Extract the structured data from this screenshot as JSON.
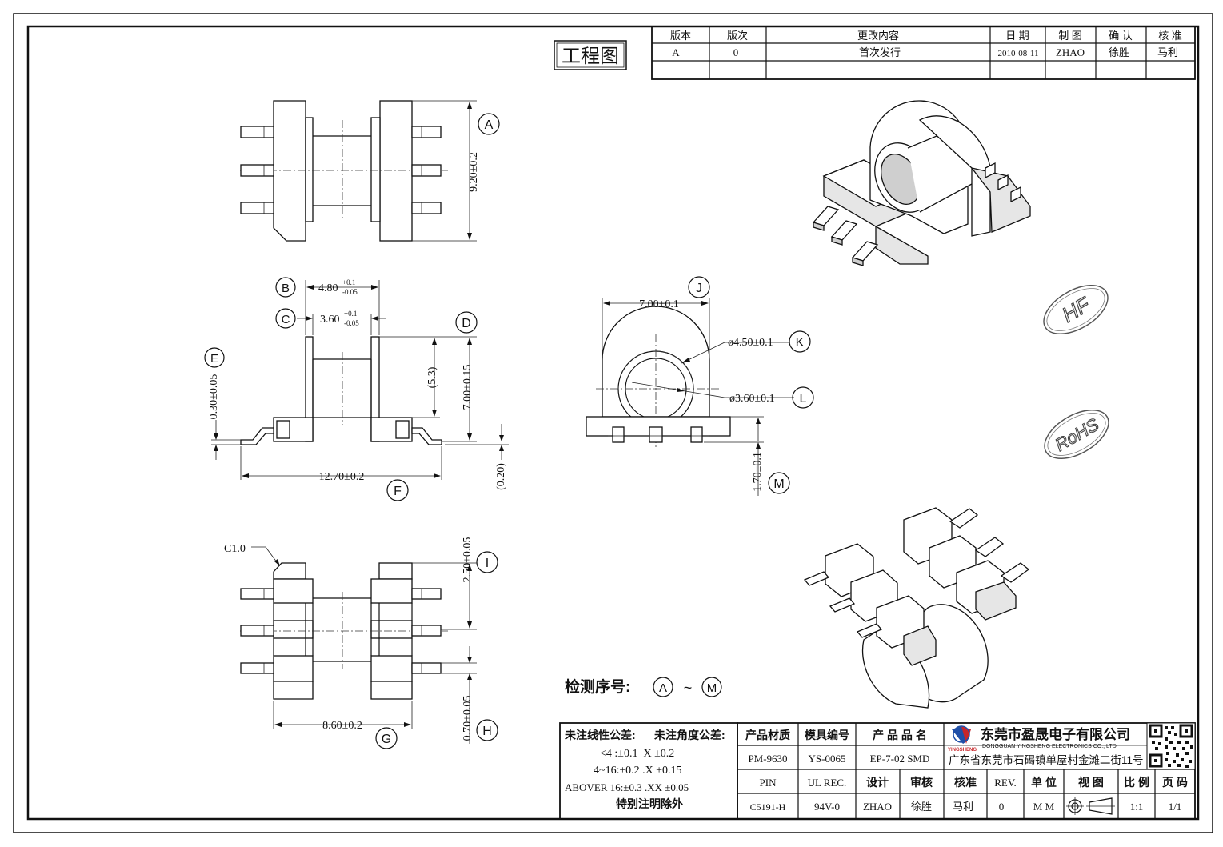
{
  "title_label": "工程图",
  "revision_table": {
    "headers": [
      "版本",
      "版次",
      "更改内容",
      "日 期",
      "制 图",
      "确 认",
      "核 准"
    ],
    "row": [
      "A",
      "0",
      "首次发行",
      "2010-08-11",
      "ZHAO",
      "徐胜",
      "马利"
    ]
  },
  "dimensions": {
    "A": "9.20±0.2",
    "B_main": "4.80",
    "B_tol_upper": "+0.1",
    "B_tol_lower": "-0.05",
    "C_main": "3.60",
    "C_tol_upper": "+0.1",
    "C_tol_lower": "-0.05",
    "D": "7.00±0.15",
    "ref_5_3": "(5.3)",
    "E": "0.30±0.05",
    "F": "12.70±0.2",
    "ref_0_20": "(0.20)",
    "J": "7.00±0.1",
    "K": "ø4.50±0.1",
    "L": "ø3.60±0.1",
    "M": "1.70±0.1",
    "I": "2.50±0.05",
    "H": "0.70±0.05",
    "G": "8.60±0.2",
    "chamfer": "C1.0"
  },
  "balloons": [
    "A",
    "B",
    "C",
    "D",
    "E",
    "F",
    "G",
    "H",
    "I",
    "J",
    "K",
    "L",
    "M"
  ],
  "inspection": {
    "label": "检测序号:",
    "from": "A",
    "sep": "~",
    "to": "M"
  },
  "marks": {
    "hf": "HF",
    "rohs": "RoHS"
  },
  "tolerance_block": {
    "linear_title": "未注线性公差:",
    "angle_title": "未注角度公差:",
    "lines": [
      "<4 :±0.1  X ±0.2",
      "4~16:±0.2 .X ±0.15",
      "ABOVER 16:±0.3 .XX ±0.05"
    ],
    "note": "特别注明除外"
  },
  "title_block": {
    "row1_headers": [
      "产品材质",
      "模具编号",
      "产 品 品 名"
    ],
    "row1_values": [
      "PM-9630",
      "YS-0065",
      "EP-7-02 SMD"
    ],
    "row3_headers": [
      "PIN",
      "UL REC.",
      "设计",
      "审核",
      "核准",
      "REV.",
      "单 位",
      "视 图",
      "比 例",
      "页 码"
    ],
    "row4_values": [
      "C5191-H",
      "94V-0",
      "ZHAO",
      "徐胜",
      "马利",
      "0",
      "M M",
      "",
      "1:1",
      "1/1"
    ],
    "company_cn": "东莞市盈晟电子有限公司",
    "company_en": "DONGGUAN YINGSHENG ELECTRONICS CO., LTD",
    "logo_text": "YINGSHENG",
    "address": "广东省东莞市石碣镇单屋村金滩二街11号"
  },
  "colors": {
    "line": "#111111",
    "logo_blue": "#1f4fa8",
    "logo_red": "#c8262a"
  }
}
